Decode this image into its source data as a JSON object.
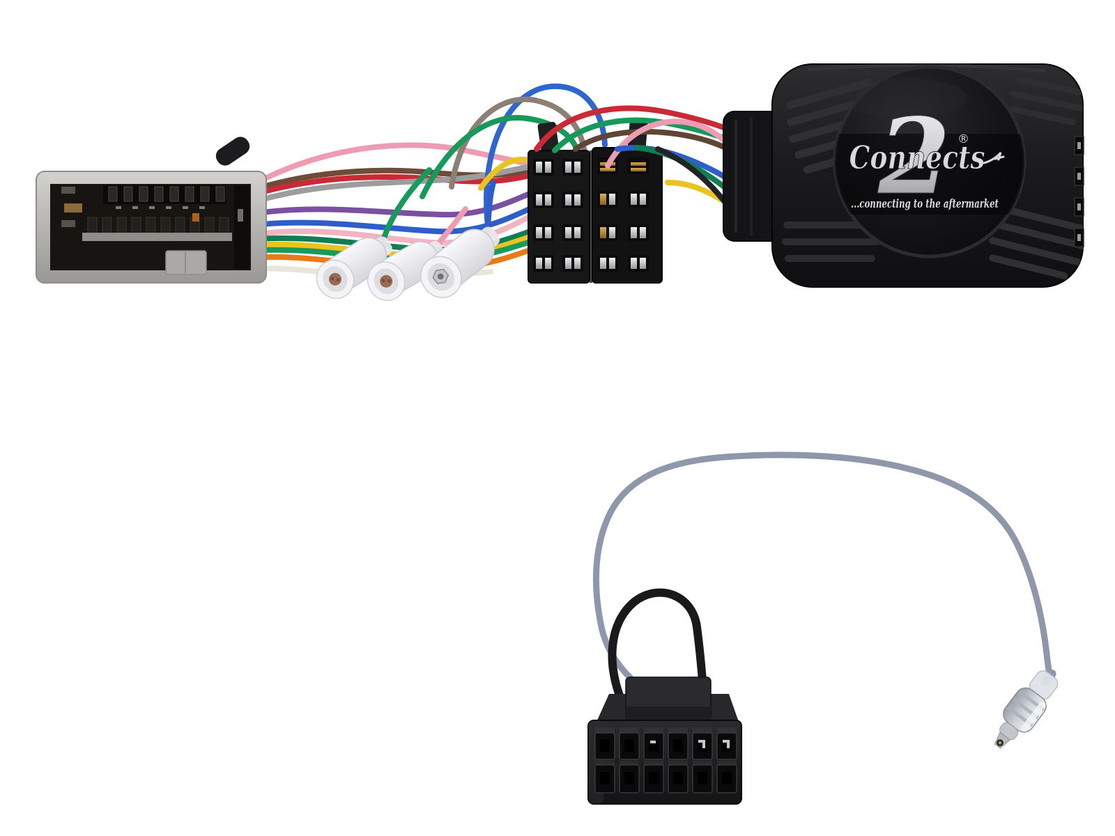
{
  "canvas": {
    "background": "#ffffff"
  },
  "module": {
    "script": "Connects",
    "numeral": "2",
    "registered": "®",
    "tagline": "...connecting to the aftermarket",
    "body_color": "#1c1c1e",
    "dome_color": "#0e0e10",
    "logo_color": "#d9d9dc"
  },
  "vehicle_connector": {
    "shell_color": "#b6b4b0",
    "cavity_color": "#171411",
    "latch_color": "#aba9a5",
    "comb_color": "#24211d"
  },
  "iso_connectors": {
    "body_color": "#171717",
    "pin_silver": "#c9c9cd",
    "pin_brass": "#b57f2c",
    "latch_color": "#1f1f21"
  },
  "terminals": {
    "shell_color": "#f0f0f3",
    "copper_color": "#996a52",
    "hex_color": "#c4c6cb"
  },
  "antenna_lead": {
    "cable_color": "#8e98aa",
    "loop_color": "#1a1a1d",
    "connector_color": "#1e1e20",
    "plug_color": "#d9dbe0"
  },
  "wires_main": [
    {
      "name": "pink",
      "color": "#ee9cb4"
    },
    {
      "name": "rose",
      "color": "#f2b3c3"
    },
    {
      "name": "grey",
      "color": "#9d9d9f"
    },
    {
      "name": "purple",
      "color": "#7b50a2"
    },
    {
      "name": "blue",
      "color": "#2e5ec9"
    },
    {
      "name": "yellow",
      "color": "#e9c41e"
    },
    {
      "name": "orange",
      "color": "#e67b18"
    },
    {
      "name": "teal",
      "color": "#107e53"
    },
    {
      "name": "red",
      "color": "#c92a35"
    },
    {
      "name": "brown",
      "color": "#6f4c3a"
    },
    {
      "name": "cream",
      "color": "#eae5da"
    },
    {
      "name": "green",
      "color": "#199a5d"
    }
  ],
  "wires_drop": [
    {
      "name": "green",
      "color": "#199a5d"
    },
    {
      "name": "pink",
      "color": "#ee9cb4"
    },
    {
      "name": "blue",
      "color": "#2e5ec9"
    }
  ],
  "wires_arc": [
    {
      "name": "blue",
      "color": "#2f66cd"
    },
    {
      "name": "taupe",
      "color": "#8b8074"
    },
    {
      "name": "green",
      "color": "#18995c"
    },
    {
      "name": "yellow",
      "color": "#e9c41e"
    }
  ],
  "wires_iso_module": [
    {
      "name": "red",
      "color": "#c92a35"
    },
    {
      "name": "green",
      "color": "#18995c"
    },
    {
      "name": "brown",
      "color": "#5f4534"
    },
    {
      "name": "pink",
      "color": "#ee9cb4"
    },
    {
      "name": "blue",
      "color": "#2e5ec9"
    },
    {
      "name": "teal",
      "color": "#0f7e53"
    },
    {
      "name": "black",
      "color": "#232327"
    },
    {
      "name": "yellow",
      "color": "#e9c41e"
    }
  ]
}
